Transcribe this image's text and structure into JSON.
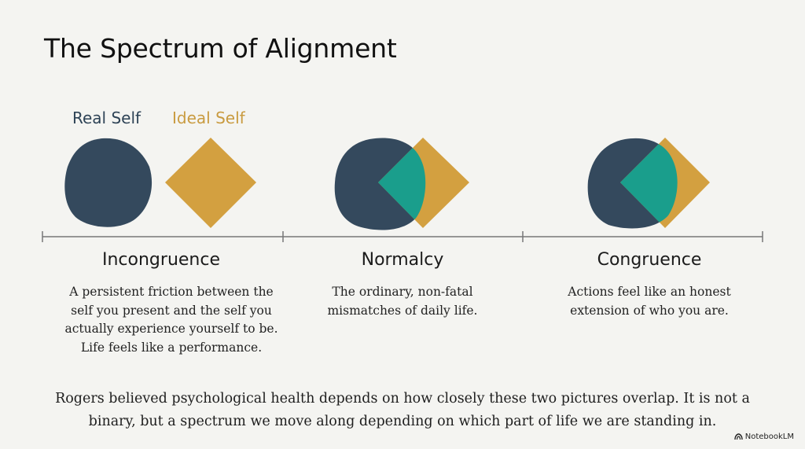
{
  "title": "The Spectrum of Alignment",
  "legend": {
    "real_self": "Real Self",
    "ideal_self": "Ideal Self"
  },
  "colors": {
    "real_self": "#34495d",
    "ideal_self": "#d3a040",
    "overlap": "#1a9e8c",
    "axis": "#777777"
  },
  "stages": [
    {
      "name": "Incongruence",
      "description": [
        "A persistent friction between the",
        "self you present and the self you",
        "actually experience yourself to be.",
        "Life feels like a performance."
      ]
    },
    {
      "name": "Normalcy",
      "description": [
        "The ordinary, non-fatal",
        "mismatches of daily life."
      ]
    },
    {
      "name": "Congruence",
      "description": [
        "Actions feel like an honest",
        "extension of who you are."
      ]
    }
  ],
  "footer": [
    "Rogers believed psychological health depends on how closely these two pictures overlap. It is not a",
    "binary, but a spectrum we move along depending on which part of life we are standing in."
  ],
  "brand": "NotebookLM"
}
